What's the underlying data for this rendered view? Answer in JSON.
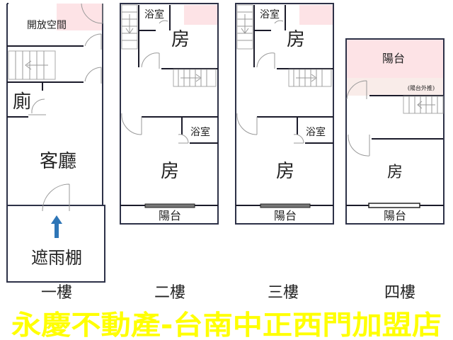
{
  "floors": [
    {
      "label": "一樓",
      "rooms": {
        "open_space": "開放空間",
        "toilet": "廁",
        "living_room": "客廳",
        "canopy": "遮雨棚"
      }
    },
    {
      "label": "二樓",
      "rooms": {
        "bath_top": "浴室",
        "room_top": "房",
        "bath_bottom": "浴室",
        "room_bottom": "房",
        "balcony": "陽台"
      }
    },
    {
      "label": "三樓",
      "rooms": {
        "bath_top": "浴室",
        "room_top": "房",
        "bath_bottom": "浴室",
        "room_bottom": "房",
        "balcony": "陽台"
      }
    },
    {
      "label": "四樓",
      "rooms": {
        "balcony_top": "陽台",
        "balcony_extension": "(陽台外推)",
        "room": "房",
        "balcony": "陽台"
      }
    }
  ],
  "watermark": "永慶不動產-台南中正西門加盟店",
  "colors": {
    "pink_area": "#fde3e6",
    "light_pink_area": "#f9ece9",
    "watermark": "#ffff00",
    "arrow": "#2e75b6"
  }
}
